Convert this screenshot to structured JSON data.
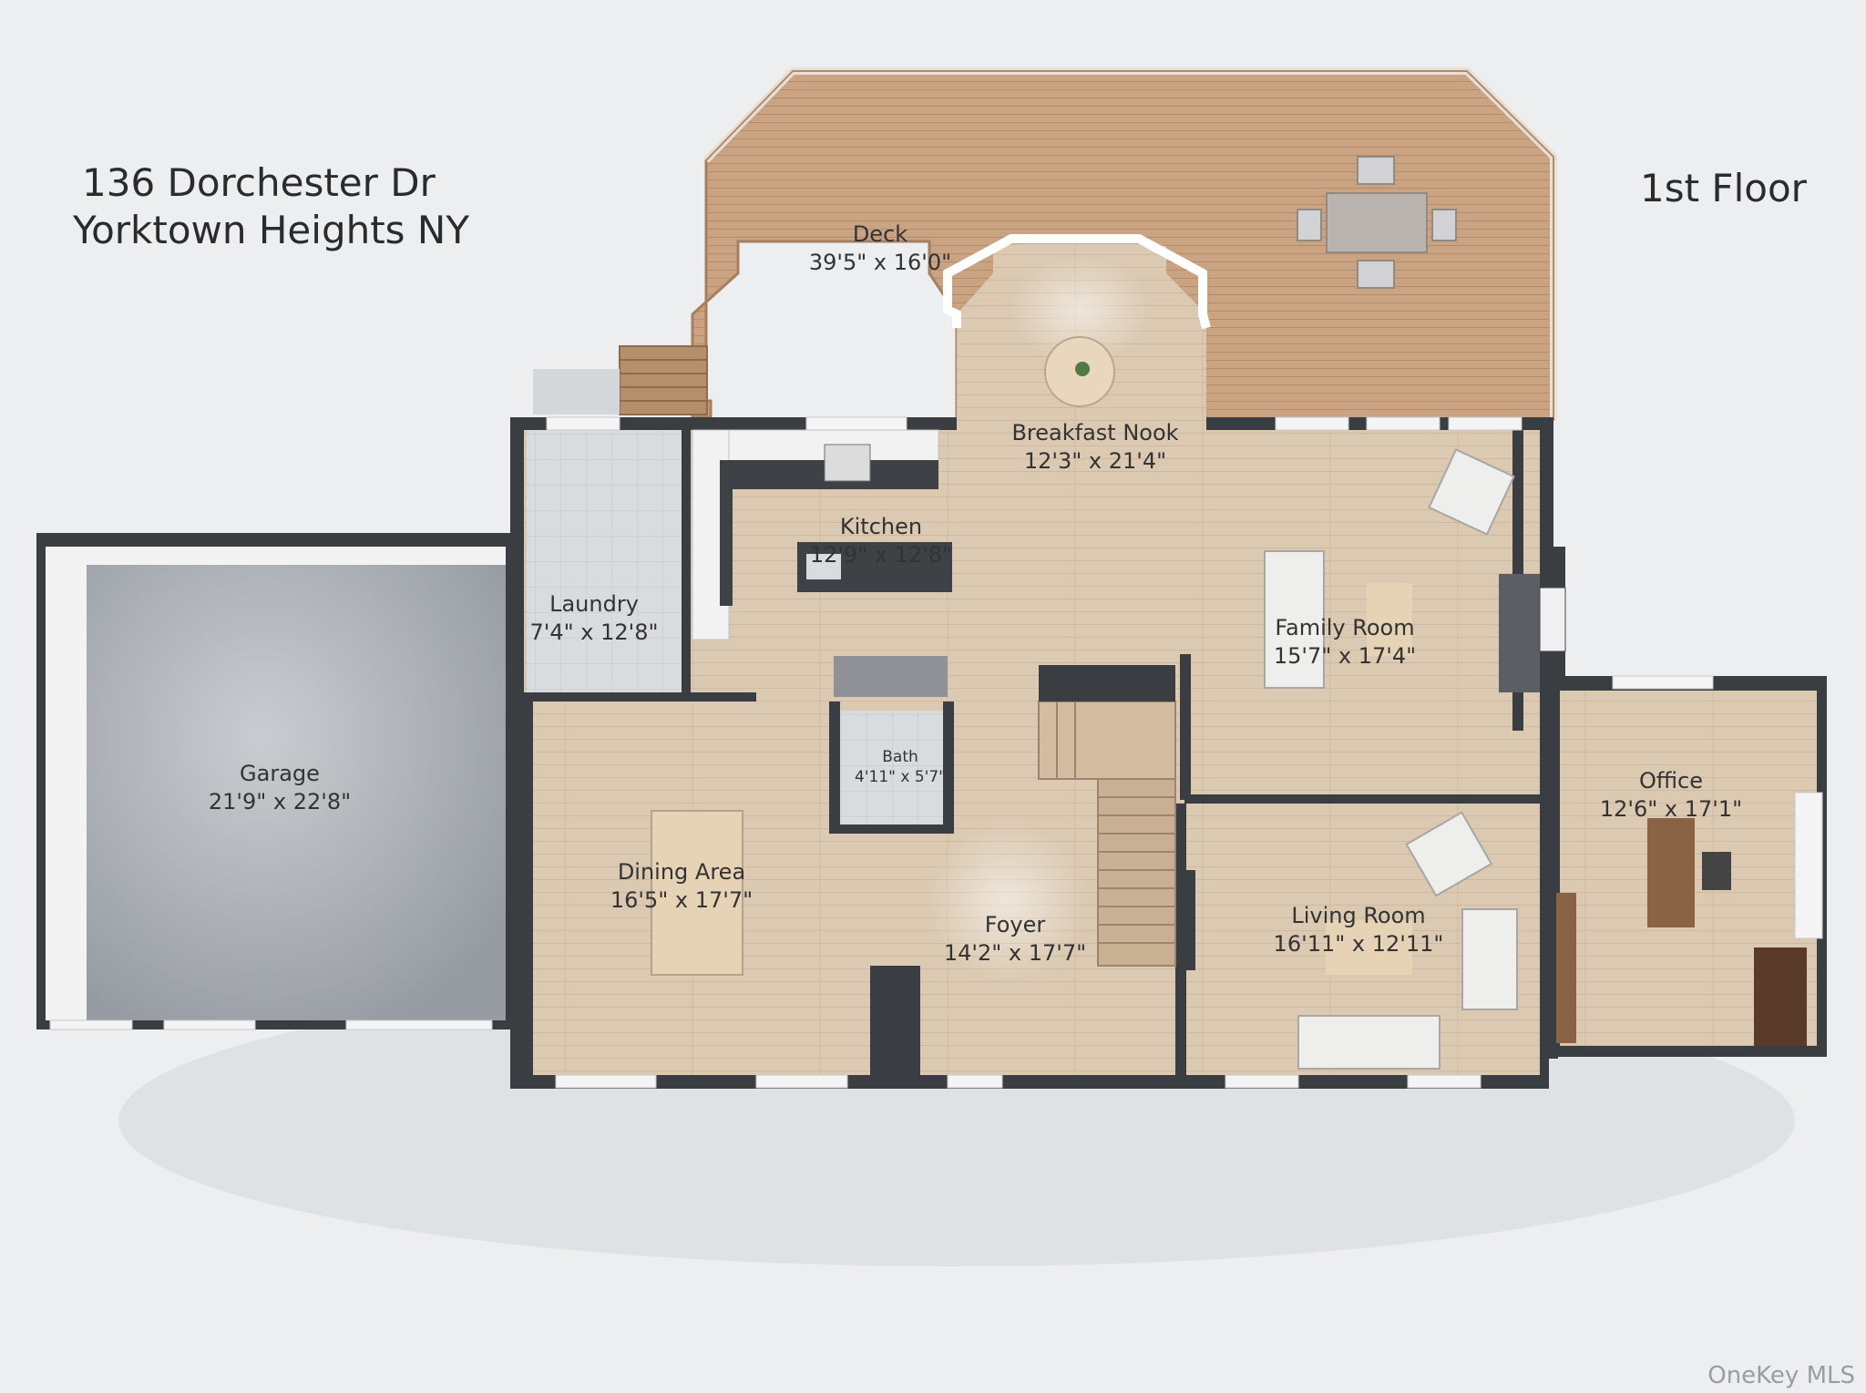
{
  "header": {
    "address_line1": "136 Dorchester Dr",
    "address_line2": "Yorktown Heights NY",
    "floor": "1st Floor"
  },
  "rooms": {
    "deck": {
      "name": "Deck",
      "dims": "39'5\" x 16'0\""
    },
    "breakfast": {
      "name": "Breakfast Nook",
      "dims": "12'3\" x 21'4\""
    },
    "kitchen": {
      "name": "Kitchen",
      "dims": "12'9\" x 12'8\""
    },
    "laundry": {
      "name": "Laundry",
      "dims": "7'4\" x 12'8\""
    },
    "family": {
      "name": "Family Room",
      "dims": "15'7\" x 17'4\""
    },
    "garage": {
      "name": "Garage",
      "dims": "21'9\" x 22'8\""
    },
    "bath": {
      "name": "Bath",
      "dims": "4'11\" x 5'7\""
    },
    "office": {
      "name": "Office",
      "dims": "12'6\" x 17'1\""
    },
    "dining": {
      "name": "Dining Area",
      "dims": "16'5\" x 17'7\""
    },
    "living": {
      "name": "Living Room",
      "dims": "16'11\" x 12'11\""
    },
    "foyer": {
      "name": "Foyer",
      "dims": "14'2\" x 17'7\""
    }
  },
  "watermark": "OneKey MLS",
  "colors": {
    "background": "#eceef0",
    "wall": "#3a3d42",
    "wood_floor": "#d8c6ae",
    "deck": "#c9a27e",
    "garage_floor": "#a4a9ae",
    "tile": "#d7dadd"
  }
}
